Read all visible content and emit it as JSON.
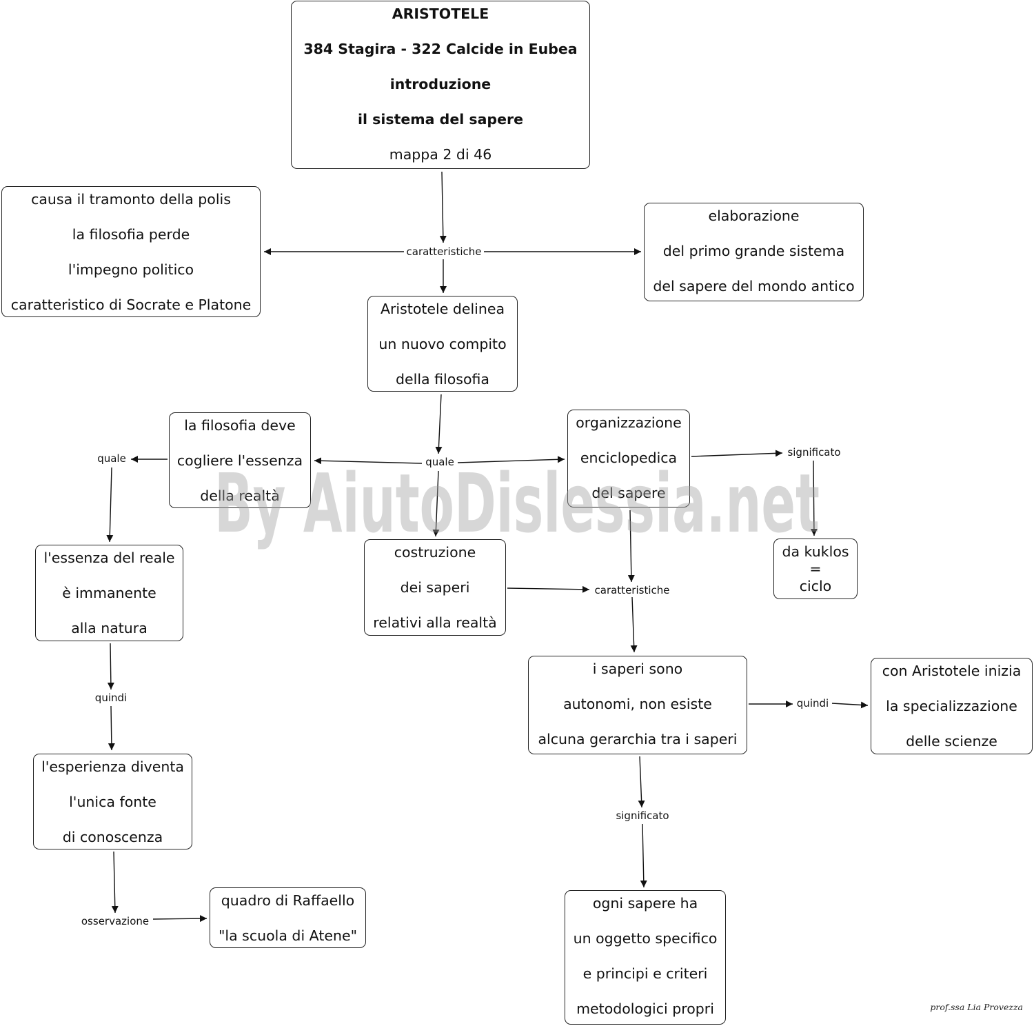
{
  "nodes": {
    "title": {
      "lines": [
        "ARISTOTELE",
        "384 Stagira - 322 Calcide in Eubea",
        "introduzione",
        "il sistema del sapere",
        "mappa 2 di 46"
      ]
    },
    "polis": {
      "lines": [
        "causa il tramonto della polis",
        "la filosofia perde",
        "l'impegno politico",
        "caratteristico di Socrate e Platone"
      ]
    },
    "sistema": {
      "lines": [
        "elaborazione",
        "del primo grande sistema",
        "del sapere del mondo antico"
      ]
    },
    "compito": {
      "lines": [
        "Aristotele delinea",
        "un nuovo compito",
        "della filosofia"
      ]
    },
    "essenza": {
      "lines": [
        "la filosofia deve",
        "cogliere l'essenza",
        "della realtà"
      ]
    },
    "organizzazione": {
      "lines": [
        "organizzazione",
        "enciclopedica",
        "del sapere"
      ]
    },
    "kuklos": {
      "lines": [
        "da kuklos",
        "=",
        "ciclo"
      ]
    },
    "reale": {
      "lines": [
        "l'essenza del reale",
        "è immanente",
        "alla natura"
      ]
    },
    "costruzione": {
      "lines": [
        "costruzione",
        "dei saperi",
        "relativi alla realtà"
      ]
    },
    "autonomi": {
      "lines": [
        "i saperi sono",
        "autonomi, non esiste",
        "alcuna gerarchia tra i saperi"
      ]
    },
    "specializzazione": {
      "lines": [
        "con Aristotele inizia",
        "la specializzazione",
        "delle scienze"
      ]
    },
    "esperienza": {
      "lines": [
        "l'esperienza diventa",
        "l'unica fonte",
        "di conoscenza"
      ]
    },
    "raffaello": {
      "lines": [
        "quadro di  Raffaello",
        "\"la scuola di Atene\""
      ]
    },
    "oggetto": {
      "lines": [
        "ogni sapere ha",
        "un oggetto specifico",
        "e principi e criteri",
        "metodologici propri"
      ]
    }
  },
  "links": {
    "caratteristiche_1": "caratteristiche",
    "quale_center": "quale",
    "quale_left": "quale",
    "significato_1": "significato",
    "caratteristiche_2": "caratteristiche",
    "quindi_left": "quindi",
    "quindi_right": "quindi",
    "significato_2": "significato",
    "osservazione": "osservazione"
  },
  "watermark": "By AiutoDislessia.net",
  "signature": "prof.ssa Lia Provezza",
  "colors": {
    "line": "#111111",
    "border": "#222222",
    "watermark": "#a0a0a0"
  }
}
